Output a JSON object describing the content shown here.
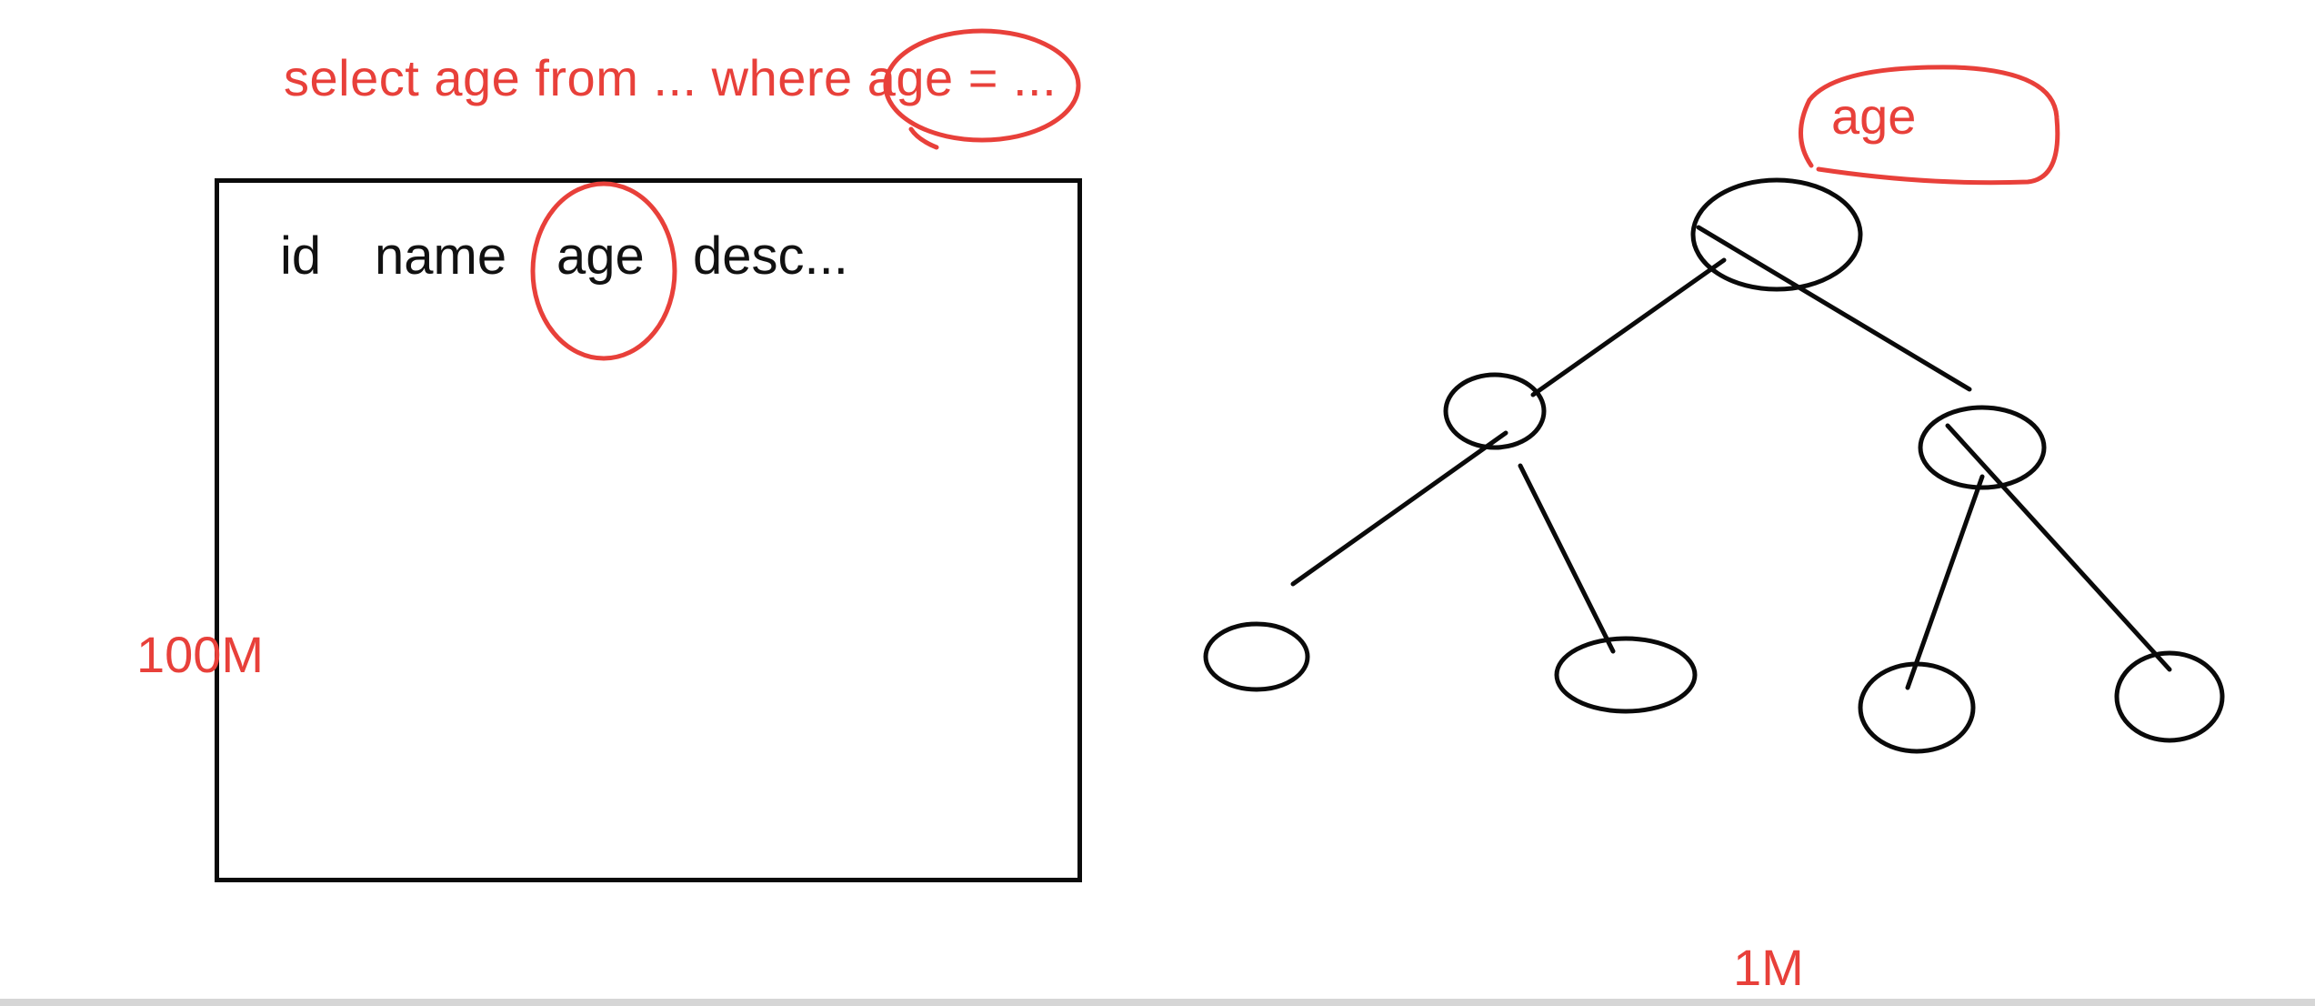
{
  "query": {
    "text": "select  age from ...  where age = ..."
  },
  "table": {
    "columns": [
      "id",
      "name",
      "age",
      "desc..."
    ],
    "highlighted_column": "age",
    "size_label": "100M"
  },
  "index_tree": {
    "label": "age",
    "size_label": "1M"
  },
  "colors": {
    "annotation": "#e8403a",
    "ink": "#111111",
    "background": "#ffffff"
  }
}
